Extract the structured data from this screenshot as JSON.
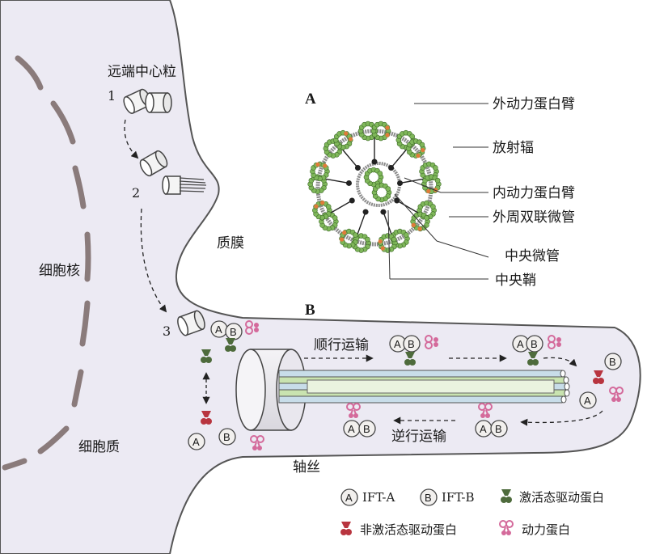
{
  "labels": {
    "distal_centriole": "远端中心粒",
    "step1": "1",
    "step2": "2",
    "step3": "3",
    "nucleus": "细胞核",
    "cytoplasm": "细胞质",
    "membrane": "质膜",
    "axoneme": "轴丝",
    "panel_a": "A",
    "panel_b": "B",
    "outer_dynein_arm": "外动力蛋白臂",
    "radial_spoke": "放射辐",
    "inner_dynein_arm": "内动力蛋白臂",
    "outer_doublet": "外周双联微管",
    "central_microtubule": "中央微管",
    "central_sheath": "中央鞘",
    "anterograde": "顺行运输",
    "retrograde": "逆行运输",
    "letter_a": "A",
    "letter_b": "B"
  },
  "legend": {
    "ift_a": "IFT-A",
    "ift_b": "IFT-B",
    "active_kinesin": "激活态驱动蛋白",
    "inactive_kinesin": "非激活态驱动蛋白",
    "dynein": "动力蛋白"
  },
  "colors": {
    "cell_fill": "#eceaf3",
    "outline": "#555555",
    "nucleus_dash": "#8a7b7b",
    "tubule_green": "#7fb75a",
    "dynein_orange": "#e07b3a",
    "kinesin_active": "#4e6b3c",
    "kinesin_inactive": "#b8353f",
    "dynein_pink": "#d46a9b",
    "axoneme_blue": "#c8dde9",
    "axoneme_green": "#c9e3b0"
  },
  "icons": {
    "ift_a_icon": "circle-letter-a-icon",
    "ift_b_icon": "circle-letter-b-icon",
    "active_kinesin_icon": "green-kinesin-icon",
    "inactive_kinesin_icon": "red-kinesin-icon",
    "dynein_icon": "pink-dynein-icon"
  }
}
